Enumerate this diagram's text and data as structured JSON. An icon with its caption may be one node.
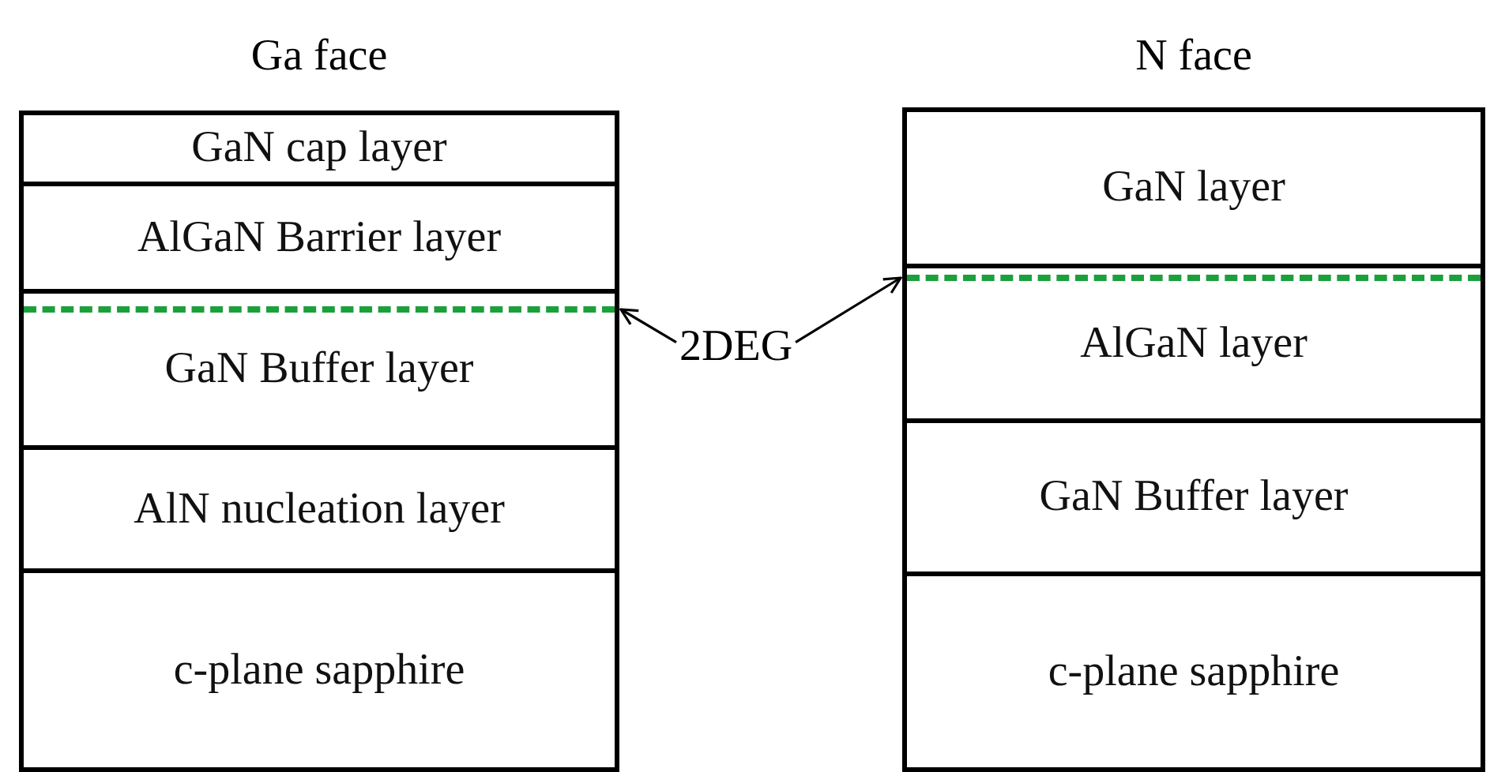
{
  "diagram": {
    "nodes": [
      {
        "text": [
          "Ga face"
        ]
      },
      {
        "text": [
          "GaN cap layer"
        ],
        "in": 0
      },
      {
        "text": [
          "AlGaN Barrier layer"
        ],
        "in": 0
      },
      {
        "text": [
          "GaN Buffer layer"
        ],
        "in": 0
      },
      {
        "text": [],
        "shape": "line",
        "in": 3
      },
      {
        "text": [
          "AlN nucleation layer"
        ],
        "in": 0
      },
      {
        "text": [
          "c-plane sapphire"
        ],
        "in": 0
      },
      {
        "text": [
          "2DEG"
        ]
      },
      {
        "text": [
          "N face"
        ]
      },
      {
        "text": [
          "GaN layer"
        ],
        "in": 8
      },
      {
        "text": [
          "AlGaN layer"
        ],
        "in": 8
      },
      {
        "text": [],
        "shape": "line",
        "in": 10
      },
      {
        "text": [
          "GaN Buffer layer"
        ],
        "in": 8
      },
      {
        "text": [
          "c-plane sapphire"
        ],
        "in": 8
      }
    ],
    "edges": [
      {
        "from": 7,
        "to": 4,
        "arrow": "to"
      },
      {
        "from": 7,
        "to": 11,
        "arrow": "to"
      }
    ]
  }
}
